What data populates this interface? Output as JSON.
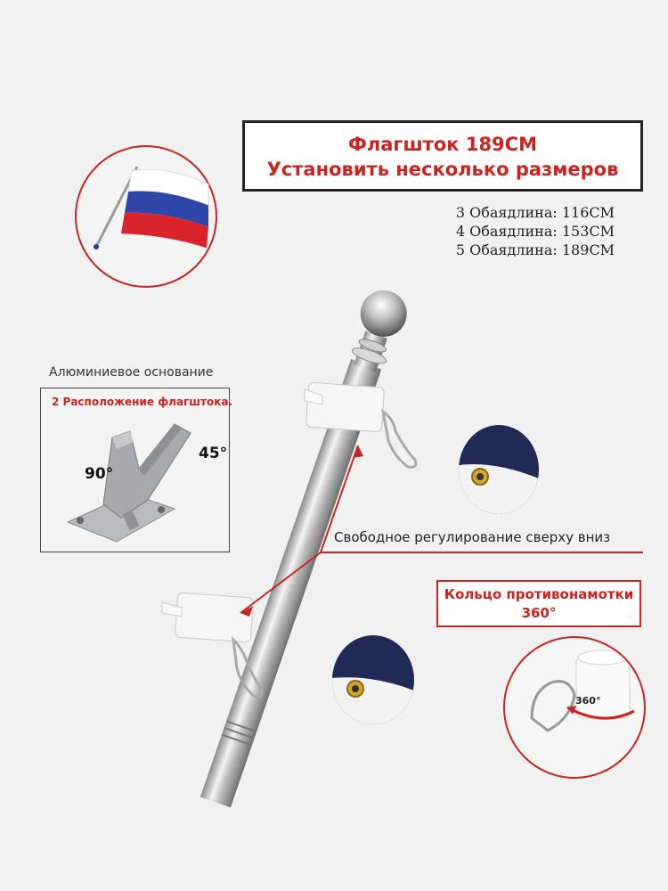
{
  "title": {
    "line1": "Флагшток 189CM",
    "line2": "Установить несколько размеров"
  },
  "sizes": [
    "3 Обаядлина: 116CM",
    "4 Обаядлина: 153CM",
    "5 Обаядлина: 189CM"
  ],
  "base": {
    "label": "Алюминиевое основание",
    "heading": "2 Расположение флагштока.",
    "angle_left": "90°",
    "angle_right": "45°"
  },
  "adjust_label": "Свободное регулирование сверху вниз",
  "ring": {
    "line1": "Кольцо противонамотки",
    "line2": "360°",
    "badge": "360°"
  },
  "colors": {
    "accent": "#c9241f",
    "background": "#f1f1f1",
    "pole": "#c8c8c8"
  }
}
